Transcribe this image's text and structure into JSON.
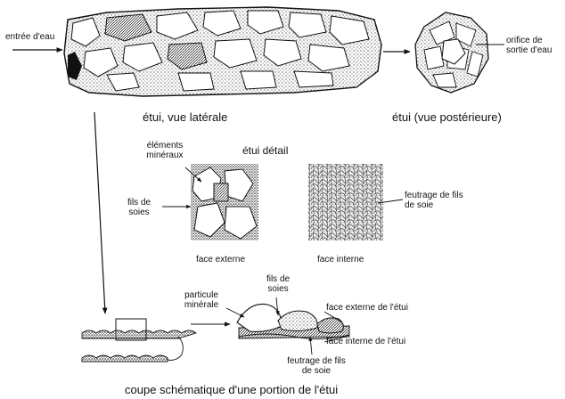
{
  "labels": {
    "entree": "entrée d'eau",
    "orifice": "orifice de sortie d'eau",
    "vue_laterale": "étui, vue latérale",
    "vue_posterieure": "étui (vue postérieure)",
    "detail_title": "étui détail",
    "elements_mineraux": "éléments minéraux",
    "fils_de_soies": "fils de soies",
    "feutrage_detail": "feutrage de fils de soie",
    "face_externe": "face externe",
    "face_interne": "face interne",
    "particule": "particule minérale",
    "fils_soies_coupe": "fils de soies",
    "face_externe_etui": "face externe de l'étui",
    "face_interne_etui": "face interne de l'étui",
    "feutrage_coupe": "feutrage de fils de soie",
    "coupe_title": "coupe schématique d'une portion de l'étui"
  },
  "colors": {
    "ink": "#111111",
    "shade": "#3a3a3a",
    "paper": "#ffffff"
  }
}
